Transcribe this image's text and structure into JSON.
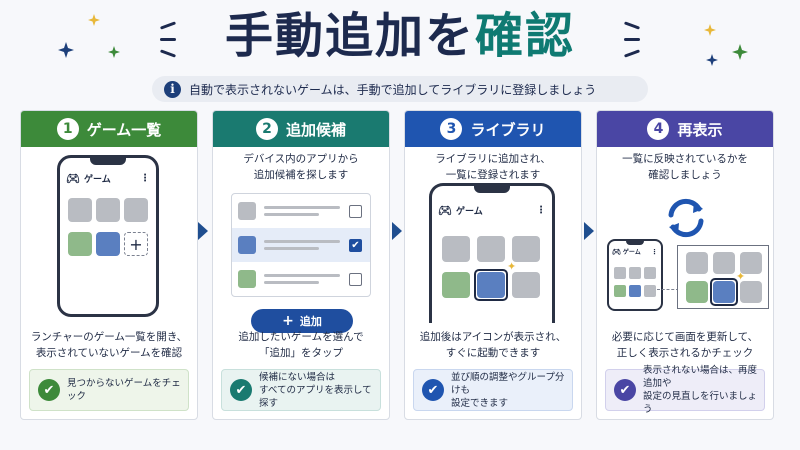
{
  "title": {
    "part1": "手動追加を",
    "part2": "確認"
  },
  "subtitle": {
    "info_icon": "i",
    "text": "自動で表示されないゲームは、手動で追加してライブラリに登録しましょう"
  },
  "steps": [
    {
      "num": "1",
      "title": "ゲーム一覧",
      "desc1": "ランチャーのゲーム一覧を開き、",
      "desc2": "表示されていないゲームを確認",
      "tip1": "見つからないゲームをチェック",
      "tip2": "",
      "app_title": "ゲーム"
    },
    {
      "num": "2",
      "title": "追加候補",
      "desc_top1": "デバイス内のアプリから",
      "desc_top2": "追加候補を探します",
      "button": "追加",
      "desc1": "追加したいゲームを選んで",
      "desc2": "「追加」をタップ",
      "tip1": "候補にない場合は",
      "tip2": "すべてのアプリを表示して探す"
    },
    {
      "num": "3",
      "title": "ライブラリ",
      "desc_top1": "ライブラリに追加され、",
      "desc_top2": "一覧に登録されます",
      "desc1": "追加後はアイコンが表示され、",
      "desc2": "すぐに起動できます",
      "tip1": "並び順の調整やグループ分けも",
      "tip2": "設定できます",
      "app_title": "ゲーム"
    },
    {
      "num": "4",
      "title": "再表示",
      "desc_top1": "一覧に反映されているかを",
      "desc_top2": "確認しましょう",
      "desc1": "必要に応じて画面を更新して、",
      "desc2": "正しく表示されるかチェック",
      "tip1": "表示されない場合は、再度追加や",
      "tip2": "設定の見直しを行いましょう",
      "app_title": "ゲーム"
    }
  ],
  "icons": {
    "check": "✔",
    "plus": "+",
    "gamepad": "gamepad-icon",
    "menu": "⋮"
  },
  "colors": {
    "green": "#3d8a3a",
    "teal": "#1a7a70",
    "blue": "#1f55b0",
    "purple": "#4a46a4",
    "navy": "#1d2a4e"
  }
}
